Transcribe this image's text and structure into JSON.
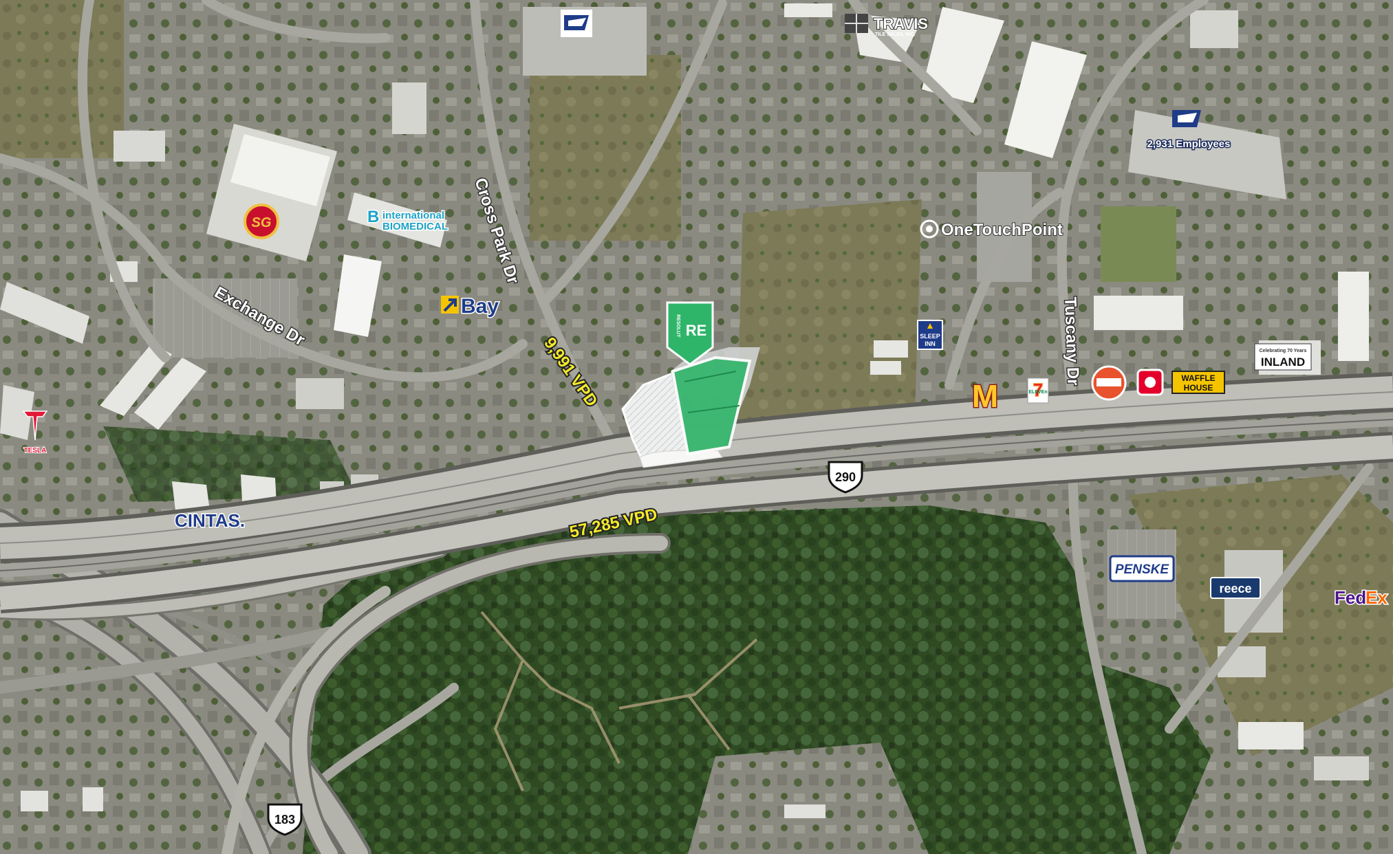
{
  "map": {
    "roads": {
      "cross_park": "Cross Park Dr",
      "exchange": "Exchange Dr",
      "tuscany": "Tuscany Dr"
    },
    "highway_shields": {
      "us290": "290",
      "us183": "183"
    },
    "traffic_counts": {
      "cross_park": "9,991 VPD",
      "us290": "57,285 VPD"
    },
    "subject_site": {
      "marker_text": "RE",
      "marker_vertical": "RESOLUT",
      "color": "#2fb56a"
    },
    "businesses": {
      "travis_name": "TRAVIS",
      "travis_sub": "TILE SALES, INC.",
      "usps_employees": "2,931 Employees",
      "international": "international",
      "biomedical": "BIOMEDICAL",
      "bay": "Bay",
      "onetouchpoint": "OneTouchPoint",
      "sleep_inn_1": "SLEEP",
      "sleep_inn_2": "INN",
      "waffle_1": "WAFFLE",
      "waffle_2": "HOUSE",
      "inland_sub": "Celebrating 70 Years",
      "inland": "INLAND",
      "tesla": "TESLA",
      "cintas": "CINTAS.",
      "penske": "PENSKE",
      "reece": "reece",
      "fedex_fed": "Fed",
      "fedex_ex": "Ex",
      "sg": "SG",
      "seven_eleven": "7",
      "eleven_text": "ELEVEn",
      "mcdonalds": "M"
    },
    "colors": {
      "highway_yellow": "#f4ea2a",
      "site_green": "#2fb56a",
      "usps_blue": "#1f3c88",
      "tesla_red": "#e31937",
      "fedex_purple": "#4d148c",
      "fedex_orange": "#ff6600"
    }
  }
}
